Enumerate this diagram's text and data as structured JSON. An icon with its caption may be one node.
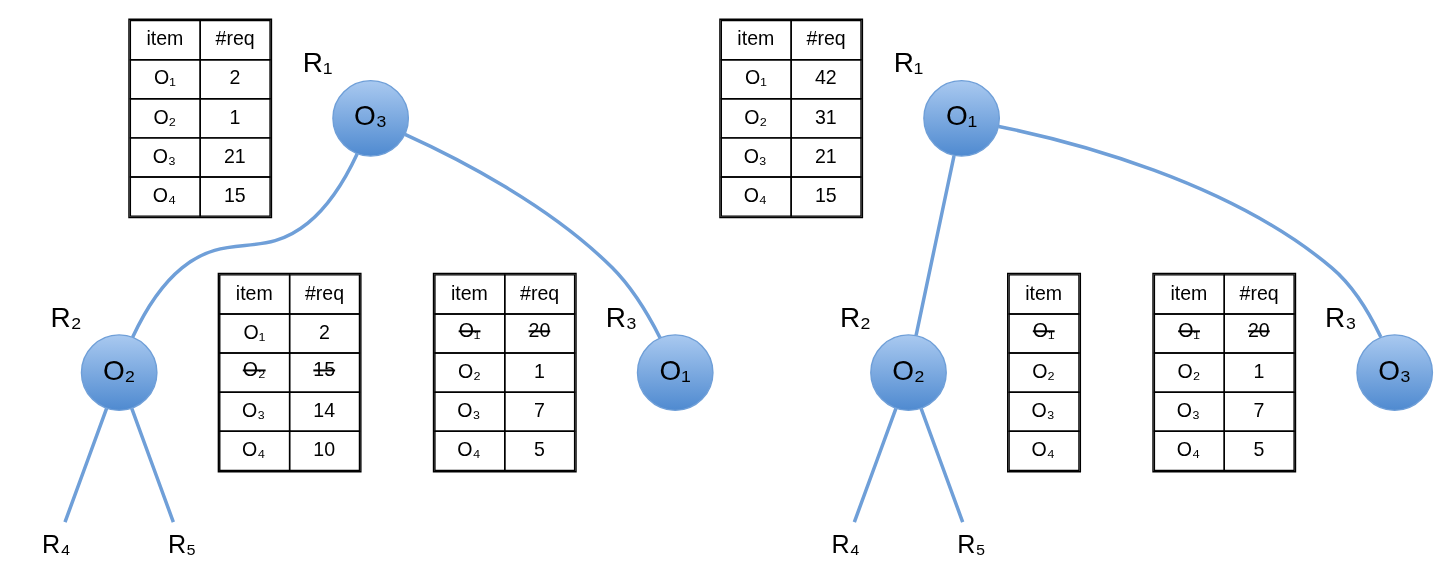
{
  "diagram": {
    "nodes": [
      {
        "text": [
          "O₃"
        ],
        "beside": [
          "R₁"
        ]
      },
      {
        "text": [
          "O₁"
        ],
        "beside": [
          "R₃"
        ]
      },
      {
        "text": [
          "O₂"
        ],
        "beside": [
          "R₂"
        ]
      },
      {
        "text": [
          "R₄"
        ]
      },
      {
        "text": [
          "R₅"
        ]
      },
      {
        "text": [
          "O₁"
        ],
        "beside": [
          "R₁"
        ]
      },
      {
        "text": [
          "O₃"
        ],
        "beside": [
          "R₃"
        ]
      },
      {
        "text": [
          "O₂"
        ],
        "beside": [
          "R₂"
        ]
      },
      {
        "text": [
          "R₄"
        ]
      },
      {
        "text": [
          "R₅"
        ]
      }
    ],
    "edges": [
      {
        "from": 0,
        "to": 1,
        "arrow": "none"
      },
      {
        "from": 0,
        "to": 2,
        "arrow": "none"
      },
      {
        "from": 2,
        "to": 3,
        "arrow": "none"
      },
      {
        "from": 2,
        "to": 4,
        "arrow": "none"
      },
      {
        "from": 5,
        "to": 6,
        "arrow": "none"
      },
      {
        "from": 5,
        "to": 7,
        "arrow": "none"
      },
      {
        "from": 7,
        "to": 8,
        "arrow": "none"
      },
      {
        "from": 7,
        "to": 9,
        "arrow": "none"
      }
    ],
    "labels": [
      "item",
      "#req",
      "O₁",
      "2",
      "O₂",
      "1",
      "O₃",
      "21",
      "O₄",
      "15",
      "item",
      "#req",
      "O₁",
      "20",
      "O₂",
      "1",
      "O₃",
      "7",
      "O₄",
      "5",
      "item",
      "#req",
      "O₁",
      "2",
      "O₂",
      "15",
      "O₃",
      "14",
      "O₄",
      "10",
      "item",
      "#req",
      "O₁",
      "42",
      "O₂",
      "31",
      "O₃",
      "21",
      "O₄",
      "15",
      "item",
      "#req",
      "O₁",
      "20",
      "O₂",
      "1",
      "O₃",
      "7",
      "O₄",
      "5",
      "item",
      "O₁",
      "O₂",
      "O₃",
      "O₄"
    ]
  }
}
